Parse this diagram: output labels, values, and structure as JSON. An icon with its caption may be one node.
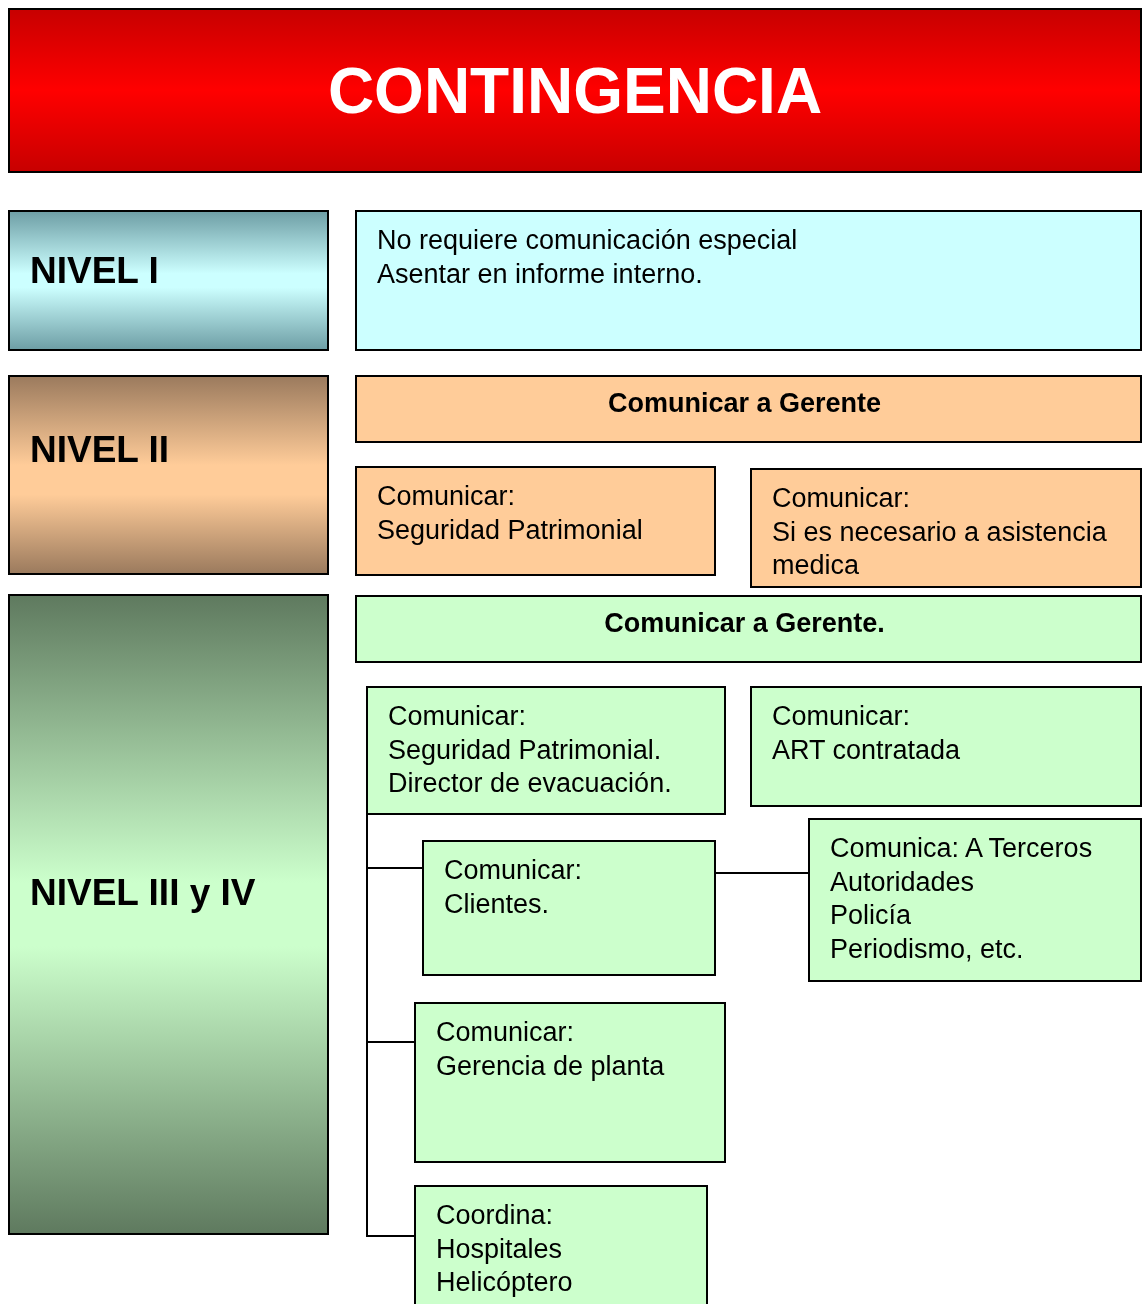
{
  "diagram": {
    "title": "CONTINGENCIA",
    "nodes": [
      {
        "text": [
          "NIVEL I"
        ]
      },
      {
        "text": [
          "No requiere comunicación especial",
          "Asentar en informe interno."
        ]
      },
      {
        "text": [
          "NIVEL II"
        ]
      },
      {
        "text": [
          "Comunicar a Gerente"
        ]
      },
      {
        "text": [
          "Comunicar:",
          "Seguridad Patrimonial"
        ]
      },
      {
        "text": [
          "Comunicar:",
          "Si es necesario a asistencia medica"
        ]
      },
      {
        "text": [
          "NIVEL III y IV"
        ]
      },
      {
        "text": [
          "Comunicar a Gerente."
        ]
      },
      {
        "text": [
          "Comunicar:",
          "Seguridad Patrimonial.",
          "Director de evacuación."
        ]
      },
      {
        "text": [
          "Comunicar:",
          "ART contratada"
        ]
      },
      {
        "text": [
          "Comunicar:",
          "Clientes."
        ]
      },
      {
        "text": [
          "Comunica: A Terceros",
          "Autoridades",
          "Policía",
          "Periodismo, etc."
        ]
      },
      {
        "text": [
          "Comunicar:",
          "Gerencia de planta"
        ]
      },
      {
        "text": [
          "Coordina:",
          "Hospitales",
          "Helicóptero"
        ]
      }
    ],
    "edges": [
      {
        "from": 8,
        "to": 10,
        "arrow": "none"
      },
      {
        "from": 8,
        "to": 12,
        "arrow": "none"
      },
      {
        "from": 8,
        "to": 13,
        "arrow": "none"
      },
      {
        "from": 10,
        "to": 11,
        "arrow": "none"
      }
    ]
  }
}
